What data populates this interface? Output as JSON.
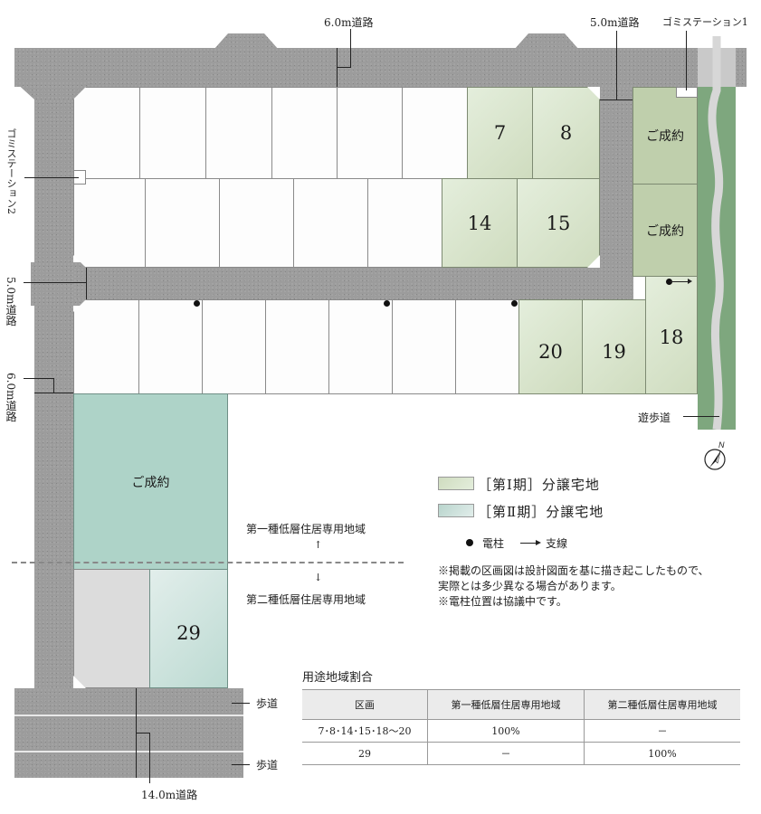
{
  "roads": {
    "top_road_label": "6.0m道路",
    "right_road_label": "5.0m道路",
    "garbage_station_1": "ゴミステーション1",
    "garbage_station_2": "ゴミステーション2",
    "mid_road_label": "5.0m道路",
    "left_road_label": "6.0m道路",
    "bottom_road_label": "14.0m道路",
    "sidewalk_top": "歩道",
    "sidewalk_bottom": "歩道",
    "promenade": "遊歩道"
  },
  "lots": {
    "lot_7": "7",
    "lot_8": "8",
    "lot_14": "14",
    "lot_15": "15",
    "lot_18": "18",
    "lot_19": "19",
    "lot_20": "20",
    "lot_29": "29",
    "sold_label": "ご成約"
  },
  "zoning": {
    "upper_zone": "第一種低層住居専用地域",
    "lower_zone": "第二種低層住居専用地域",
    "up_arrow": "↑",
    "down_arrow": "↓"
  },
  "compass": {
    "label": "N"
  },
  "legend": {
    "phase1": "［第Ⅰ期］分譲宅地",
    "phase2": "［第Ⅱ期］分譲宅地",
    "pole_label": "電柱",
    "guy_wire_label": "支線",
    "phase1_color": "#d6e3c8",
    "phase2_color": "#c5dfd8"
  },
  "notes": {
    "line1": "※掲載の区画図は設計図面を基に描き起こしたもので、",
    "line2": "実際とは多少異なる場合があります。",
    "line3": "※電柱位置は協議中です。"
  },
  "zone_table": {
    "title": "用途地域割合",
    "headers": [
      "区画",
      "第一種低層住居専用地域",
      "第二種低層住居専用地域"
    ],
    "rows": [
      [
        "7･8･14･15･18～20",
        "100%",
        "－"
      ],
      [
        "29",
        "－",
        "100%"
      ]
    ]
  }
}
